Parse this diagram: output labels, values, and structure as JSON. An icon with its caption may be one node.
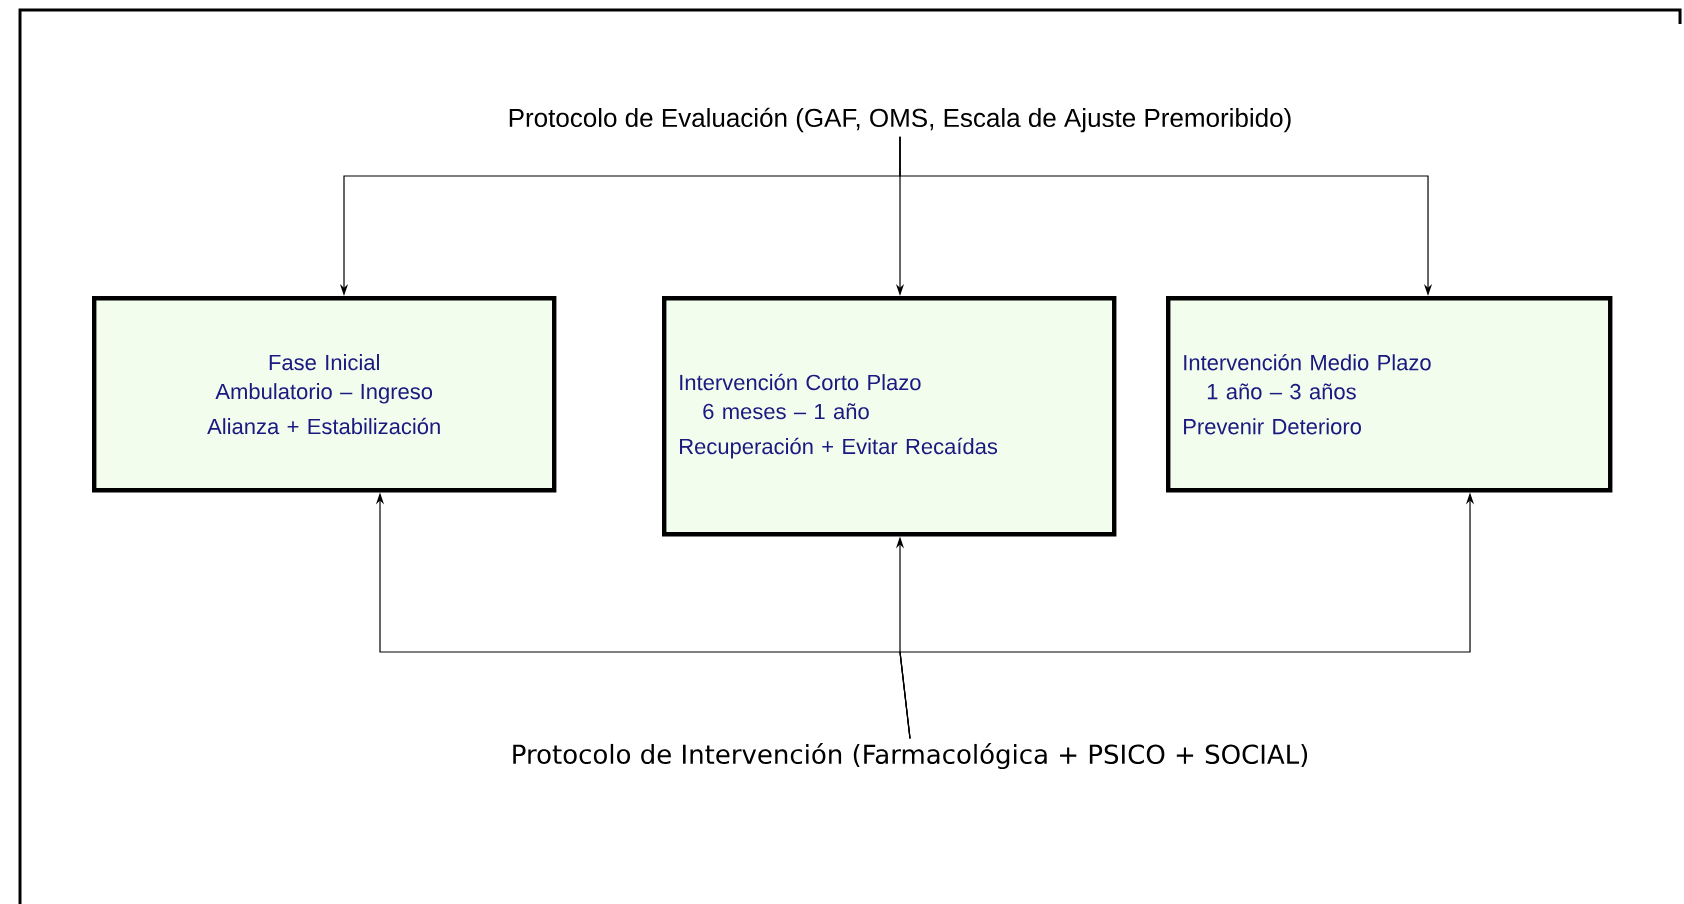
{
  "diagram": {
    "nodes": [
      {
        "text": [
          "Protocolo de Evaluación (GAF, OMS, Escala de Ajuste Premoribido)"
        ]
      },
      {
        "text": [
          "Fase Inicial",
          "Ambulatorio – Ingreso",
          "Alianza + Estabilización"
        ]
      },
      {
        "text": [
          "Intervención Corto Plazo",
          "6 meses – 1 año",
          "Recuperación + Evitar Recaídas"
        ]
      },
      {
        "text": [
          "Intervención Medio Plazo",
          "1 año – 3 años",
          "Prevenir Deterioro"
        ]
      },
      {
        "text": [
          "Protocolo de Intervención (Farmacológica + PSICO + SOCIAL)"
        ]
      }
    ],
    "edges": [
      {
        "from": 0,
        "to": 1,
        "arrow": "to"
      },
      {
        "from": 0,
        "to": 2,
        "arrow": "to"
      },
      {
        "from": 0,
        "to": 3,
        "arrow": "to"
      },
      {
        "from": 4,
        "to": 1,
        "arrow": "to"
      },
      {
        "from": 4,
        "to": 2,
        "arrow": "to"
      },
      {
        "from": 4,
        "to": 3,
        "arrow": "to"
      }
    ]
  }
}
